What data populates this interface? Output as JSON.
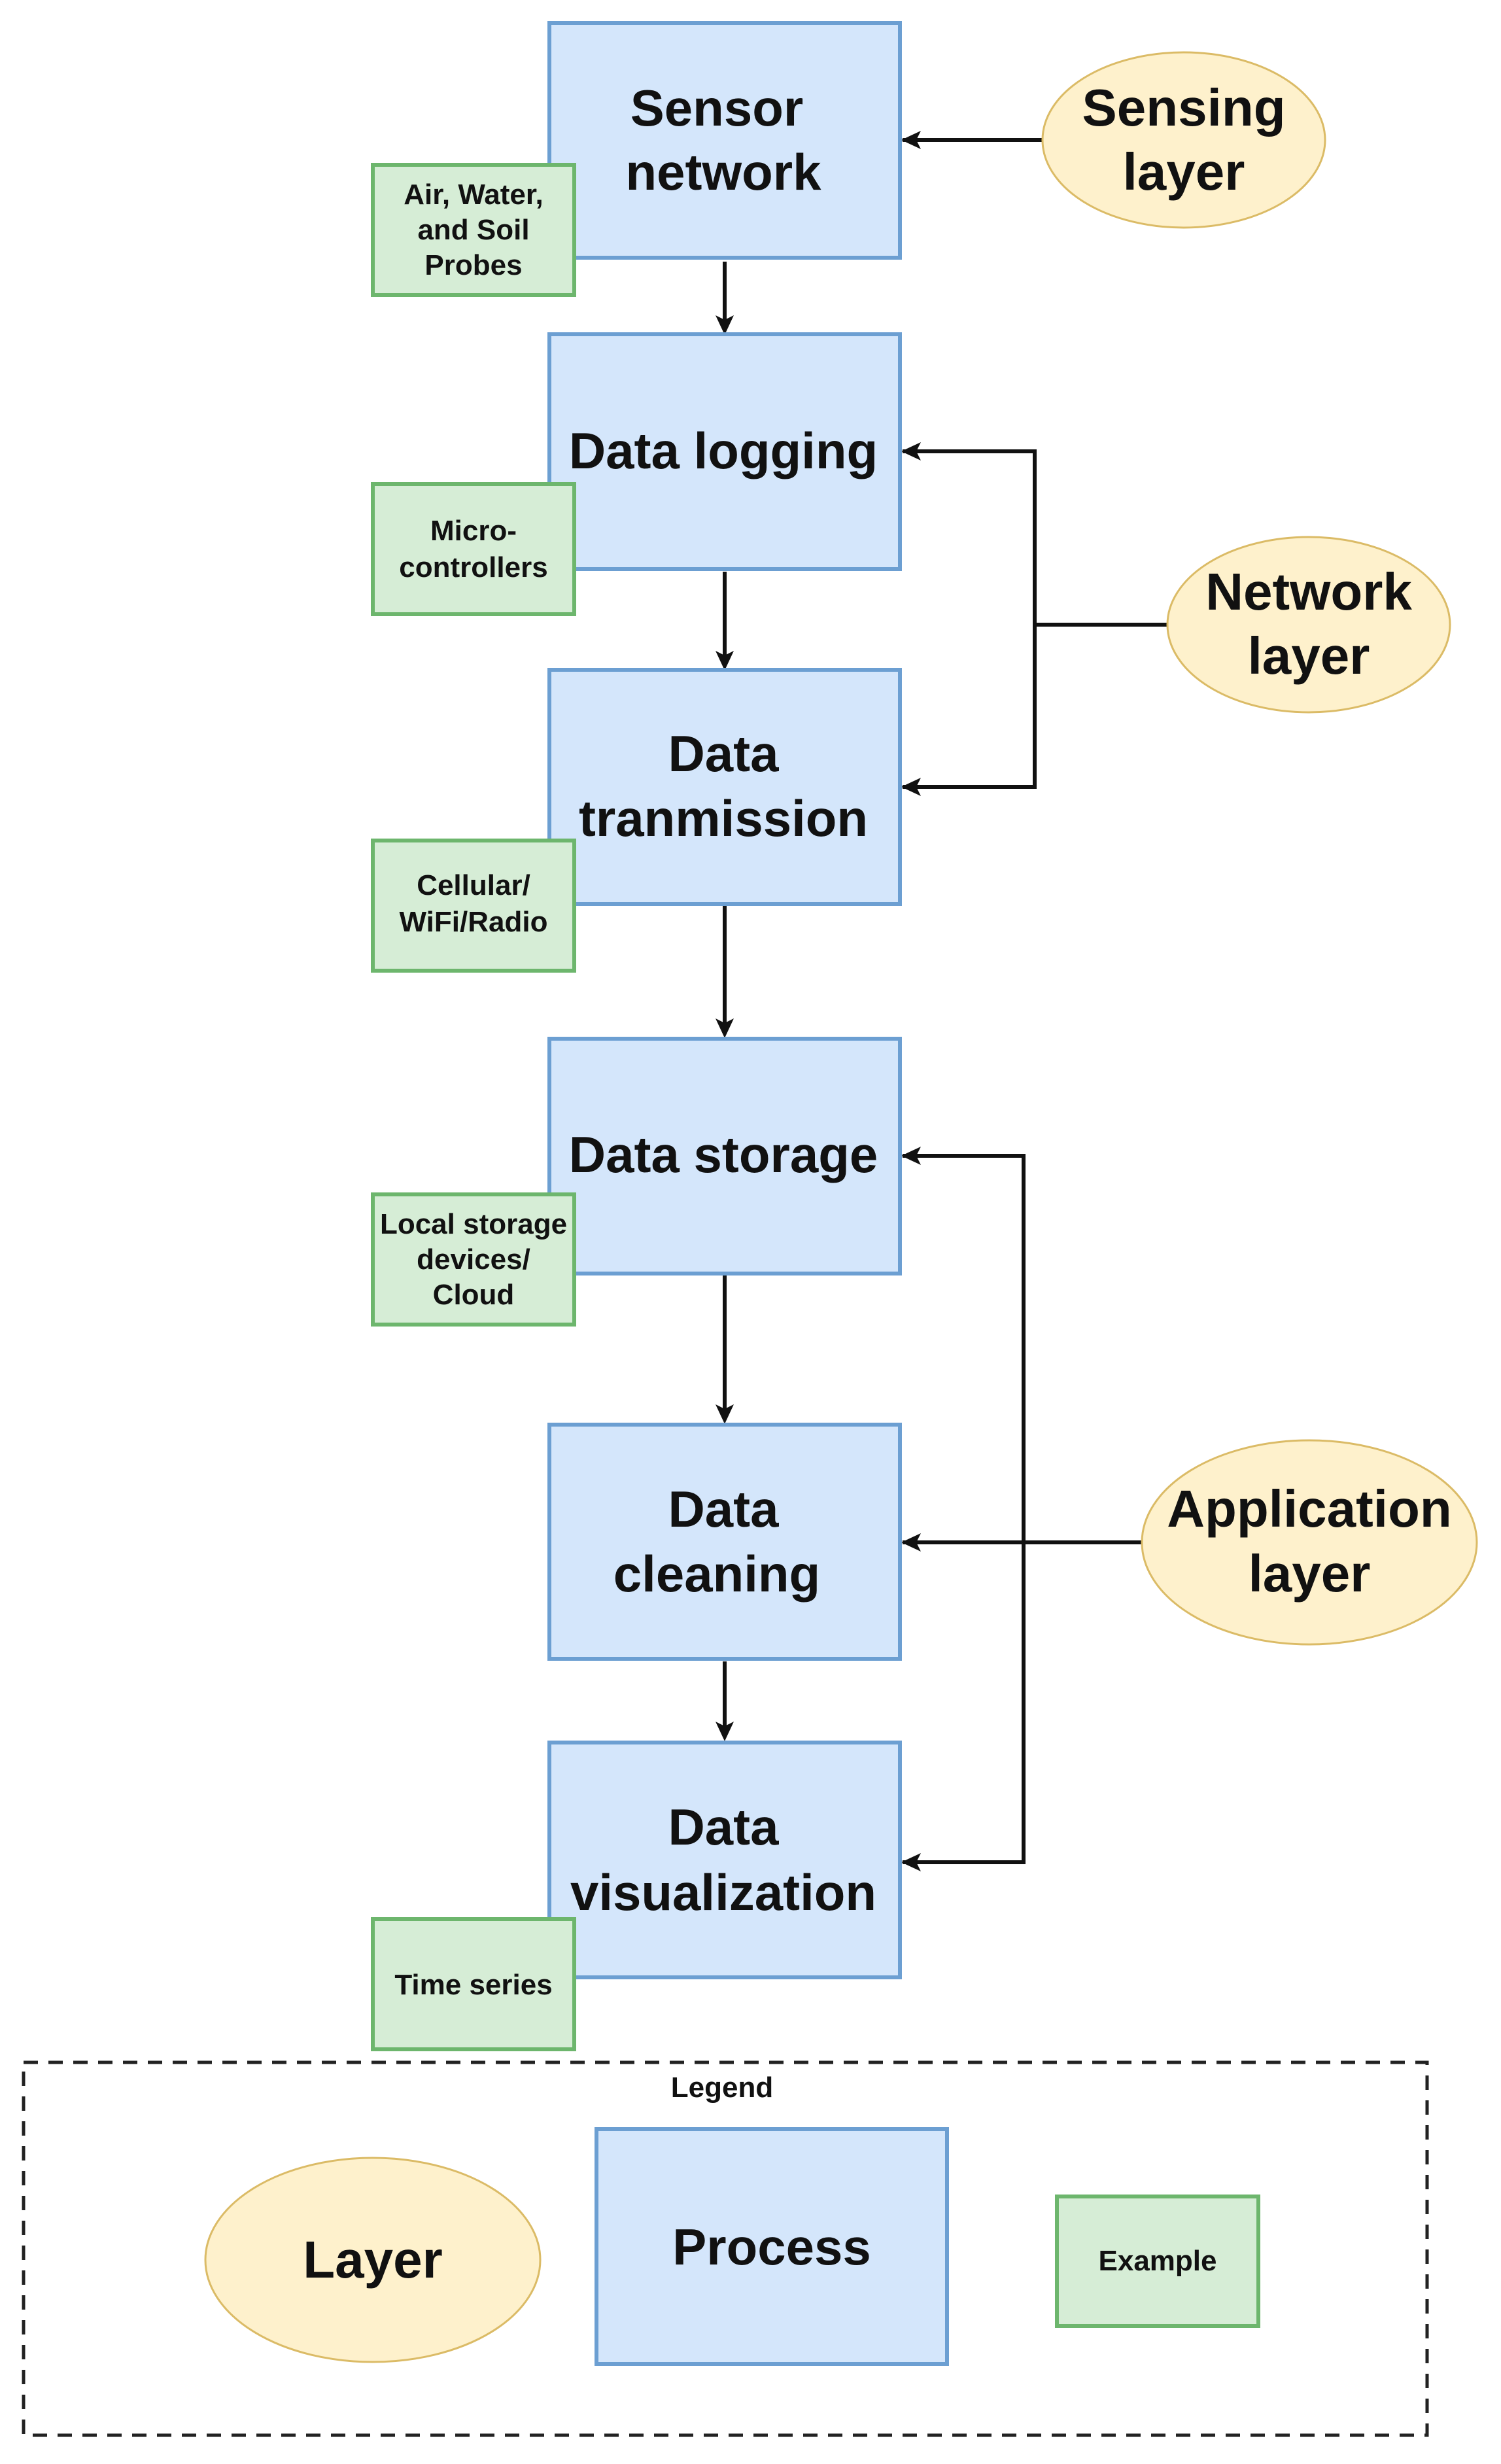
{
  "processes": [
    {
      "id": "sensor",
      "lines": [
        "Sensor",
        "network"
      ]
    },
    {
      "id": "logging",
      "lines": [
        "Data logging"
      ]
    },
    {
      "id": "transmission",
      "lines": [
        "Data",
        "tranmission"
      ]
    },
    {
      "id": "storage",
      "lines": [
        "Data storage"
      ]
    },
    {
      "id": "cleaning",
      "lines": [
        "Data",
        "cleaning"
      ]
    },
    {
      "id": "visualization",
      "lines": [
        "Data",
        "visualization"
      ]
    }
  ],
  "examples": [
    {
      "id": "sensor",
      "lines": [
        "Air, Water,",
        "and Soil",
        "Probes"
      ]
    },
    {
      "id": "logging",
      "lines": [
        "Micro-",
        "controllers"
      ]
    },
    {
      "id": "transmission",
      "lines": [
        "Cellular/",
        "WiFi/Radio"
      ]
    },
    {
      "id": "storage",
      "lines": [
        "Local storage",
        "devices/",
        "Cloud"
      ]
    },
    {
      "id": "visualization",
      "lines": [
        "Time series"
      ]
    }
  ],
  "layers": [
    {
      "id": "sensing",
      "lines": [
        "Sensing",
        "layer"
      ]
    },
    {
      "id": "network",
      "lines": [
        "Network",
        "layer"
      ]
    },
    {
      "id": "application",
      "lines": [
        "Application",
        "layer"
      ]
    }
  ],
  "legend": {
    "title": "Legend",
    "layer_label": "Layer",
    "process_label": "Process",
    "example_label": "Example"
  },
  "colors": {
    "process_fill": "#d4e6fb",
    "process_stroke": "#6c9fd2",
    "example_fill": "#d6edd6",
    "example_stroke": "#6db66d",
    "layer_fill": "#fef1cc",
    "layer_stroke": "#dbbb66"
  }
}
